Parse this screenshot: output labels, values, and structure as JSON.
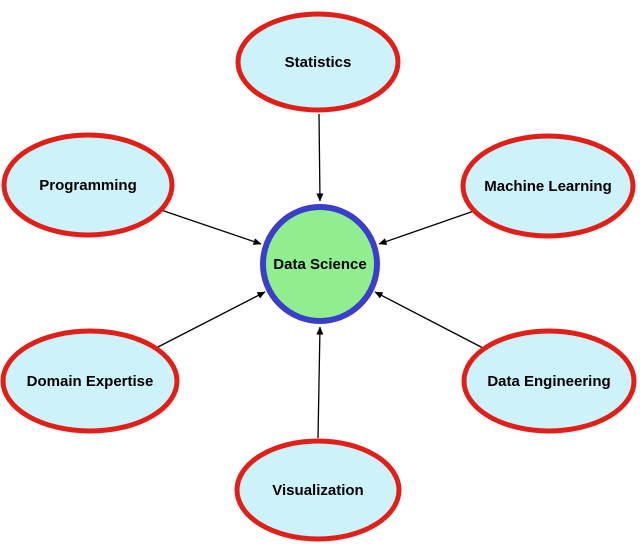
{
  "diagram": {
    "center": {
      "label": "Data Science",
      "fill": "#90ee90",
      "stroke": "#3a3ec8"
    },
    "node_style": {
      "fill": "#cdf2fa",
      "stroke": "#e02018"
    },
    "arrow_color": "#000000",
    "nodes": [
      {
        "id": "statistics",
        "label": "Statistics"
      },
      {
        "id": "programming",
        "label": "Programming"
      },
      {
        "id": "machine-learning",
        "label": "Machine Learning"
      },
      {
        "id": "domain-expertise",
        "label": "Domain Expertise"
      },
      {
        "id": "data-engineering",
        "label": "Data Engineering"
      },
      {
        "id": "visualization",
        "label": "Visualization"
      }
    ]
  }
}
